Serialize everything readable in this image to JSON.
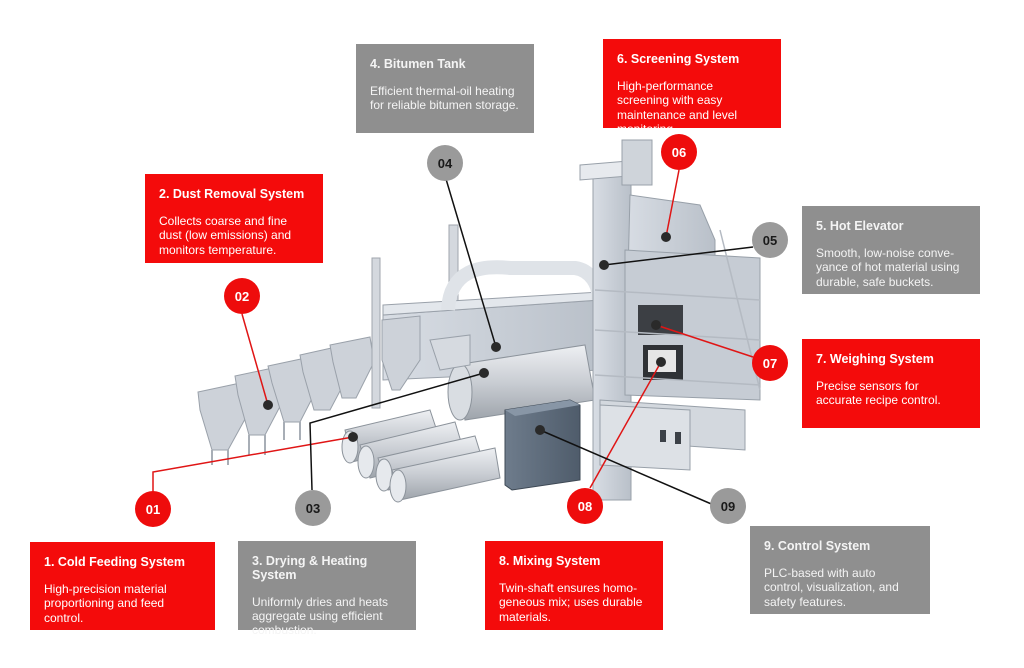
{
  "diagram": {
    "subject": "Asphalt mixing plant",
    "colors": {
      "accent_red": "#f40b0b",
      "neutral_grey": "#8f8f8f",
      "leader_red": "#e01515",
      "leader_black": "#111111"
    },
    "callouts": [
      {
        "id": "01",
        "badge": "01",
        "style": "red",
        "title": "1. Cold Feeding System",
        "description": "High-precision material proportioning and feed control."
      },
      {
        "id": "02",
        "badge": "02",
        "style": "red",
        "title": "2. Dust Removal System",
        "description": "Collects coarse and fine dust (low emissions) and monitors temperature."
      },
      {
        "id": "03",
        "badge": "03",
        "style": "grey",
        "title": "3. Drying & Heating System",
        "description": "Uniformly dries and heats aggregate using efficient combustion."
      },
      {
        "id": "04",
        "badge": "04",
        "style": "grey",
        "title": "4. Bitumen Tank",
        "description": "Efficient thermal-oil heating for reliable bitumen storage."
      },
      {
        "id": "05",
        "badge": "05",
        "style": "grey",
        "title": "5. Hot Elevator",
        "description": "Smooth, low-noise conve-yance of hot material using durable, safe buckets."
      },
      {
        "id": "06",
        "badge": "06",
        "style": "red",
        "title": "6. Screening System",
        "description": "High-performance screening with easy maintenance and level monitoring."
      },
      {
        "id": "07",
        "badge": "07",
        "style": "red",
        "title": "7. Weighing System",
        "description": "Precise sensors for accurate recipe control."
      },
      {
        "id": "08",
        "badge": "08",
        "style": "red",
        "title": "8. Mixing System",
        "description": "Twin-shaft ensures homo-geneous mix; uses durable materials."
      },
      {
        "id": "09",
        "badge": "09",
        "style": "grey",
        "title": "9. Control System",
        "description": "PLC-based with auto control, visualization, and safety features."
      }
    ]
  }
}
